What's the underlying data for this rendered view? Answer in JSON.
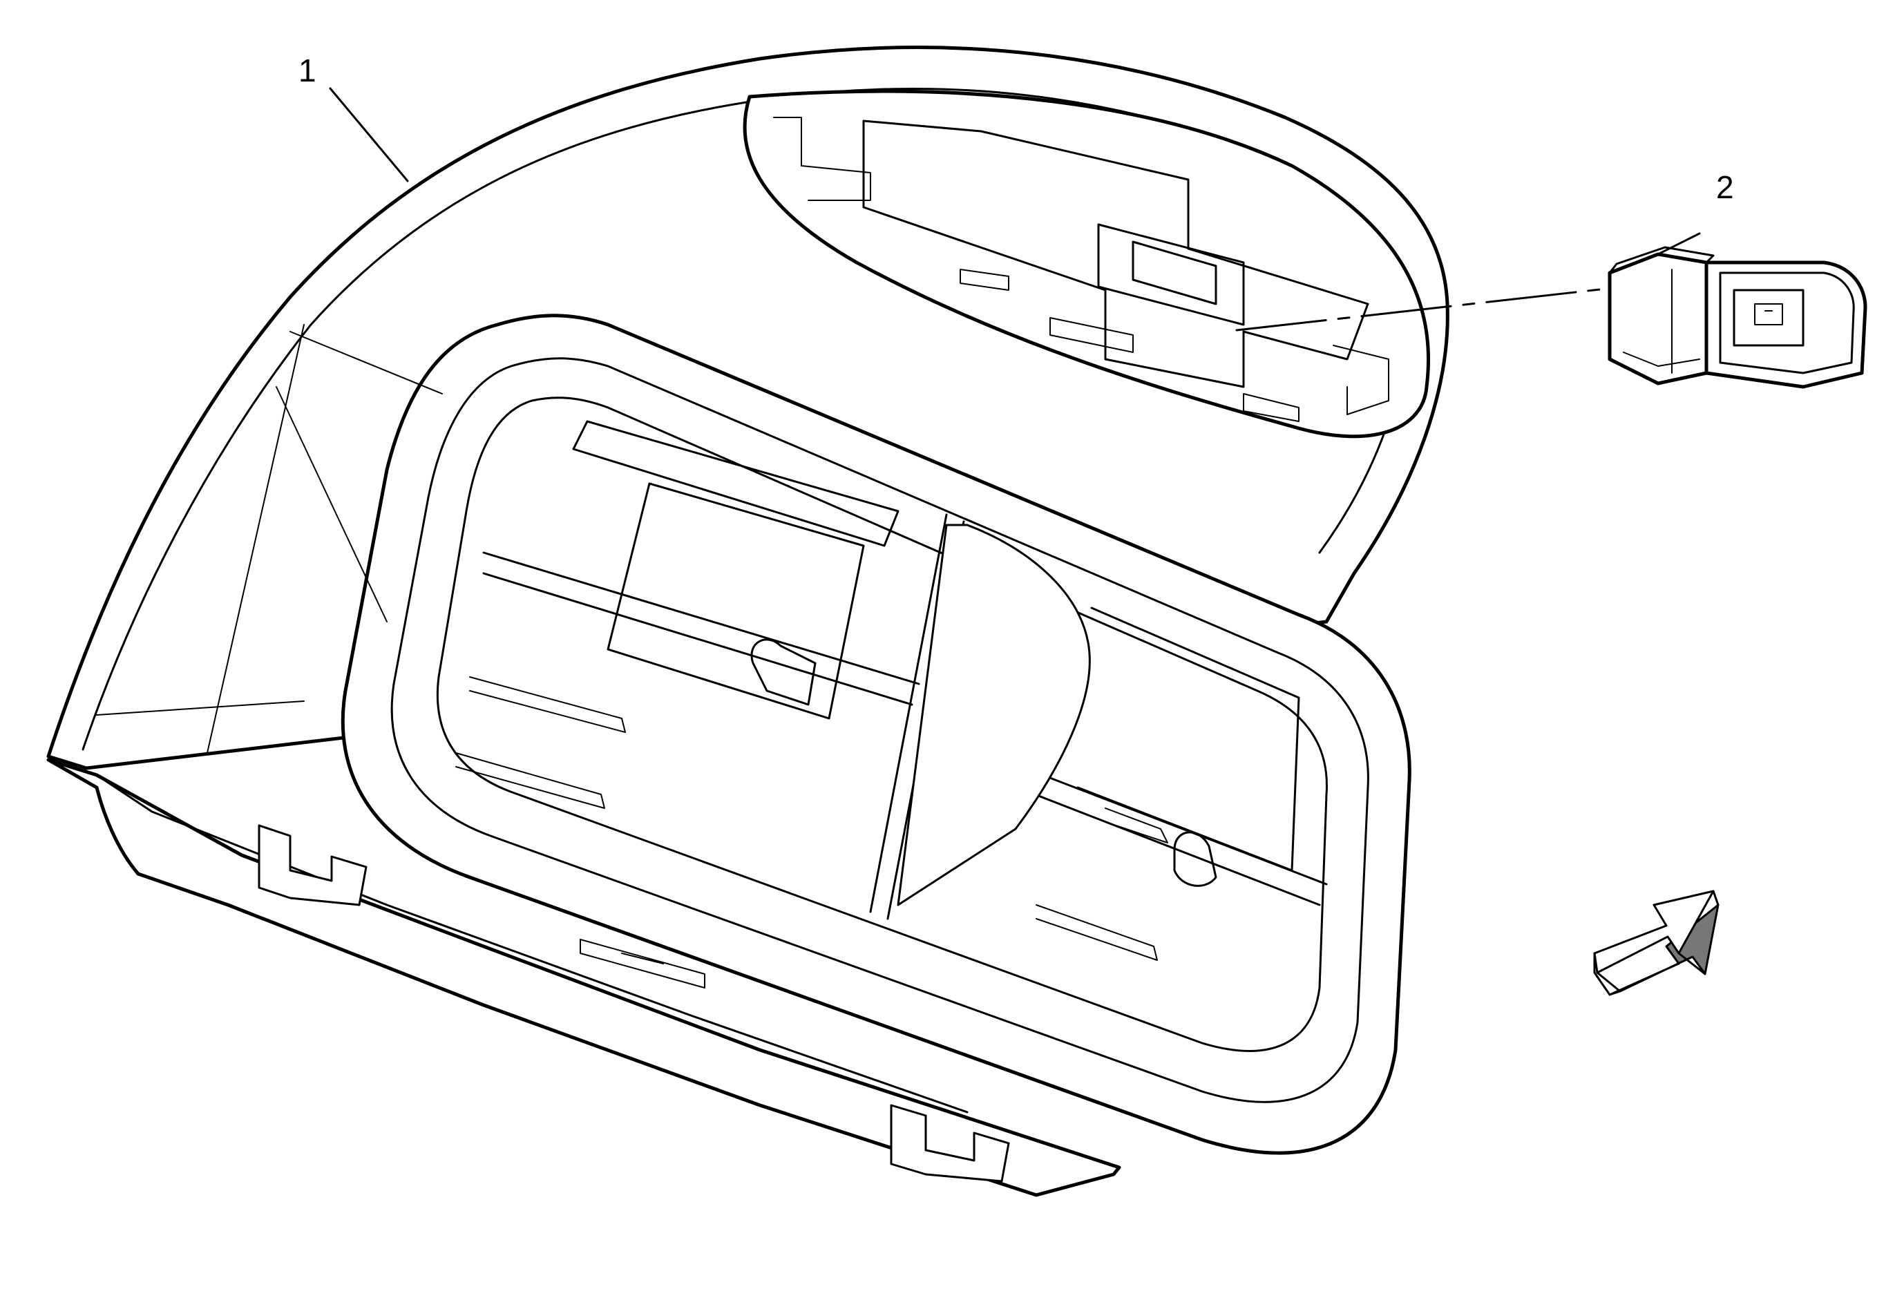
{
  "callouts": [
    {
      "id": "1",
      "label": "1"
    },
    {
      "id": "2",
      "label": "2"
    }
  ],
  "colors": {
    "line": "#000000",
    "background": "#ffffff",
    "arrow_shade": "#777777"
  },
  "icons": {
    "view_arrow": "view-direction-arrow-icon"
  }
}
